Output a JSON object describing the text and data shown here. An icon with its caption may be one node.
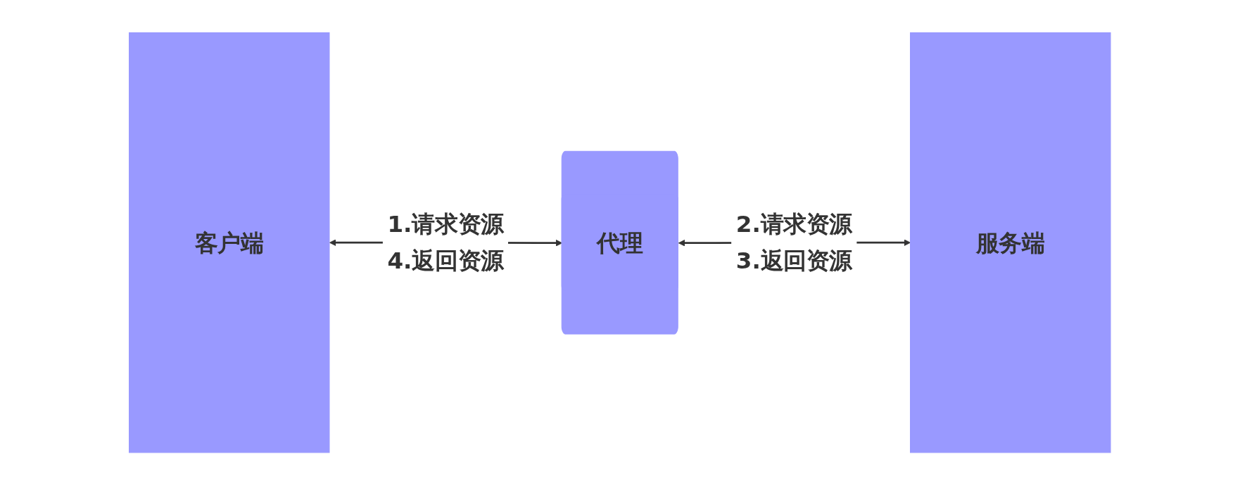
{
  "diagram": {
    "nodes": [
      {
        "text": [
          "客户端"
        ]
      },
      {
        "text": [
          "代理"
        ]
      },
      {
        "text": [
          "服务端"
        ]
      }
    ],
    "edges": [
      {
        "from": 0,
        "to": 1,
        "arrow": "both",
        "label": "1.请求资源 4.返回资源"
      },
      {
        "from": 1,
        "to": 2,
        "arrow": "both",
        "label": "2.请求资源 3.返回资源"
      }
    ]
  }
}
